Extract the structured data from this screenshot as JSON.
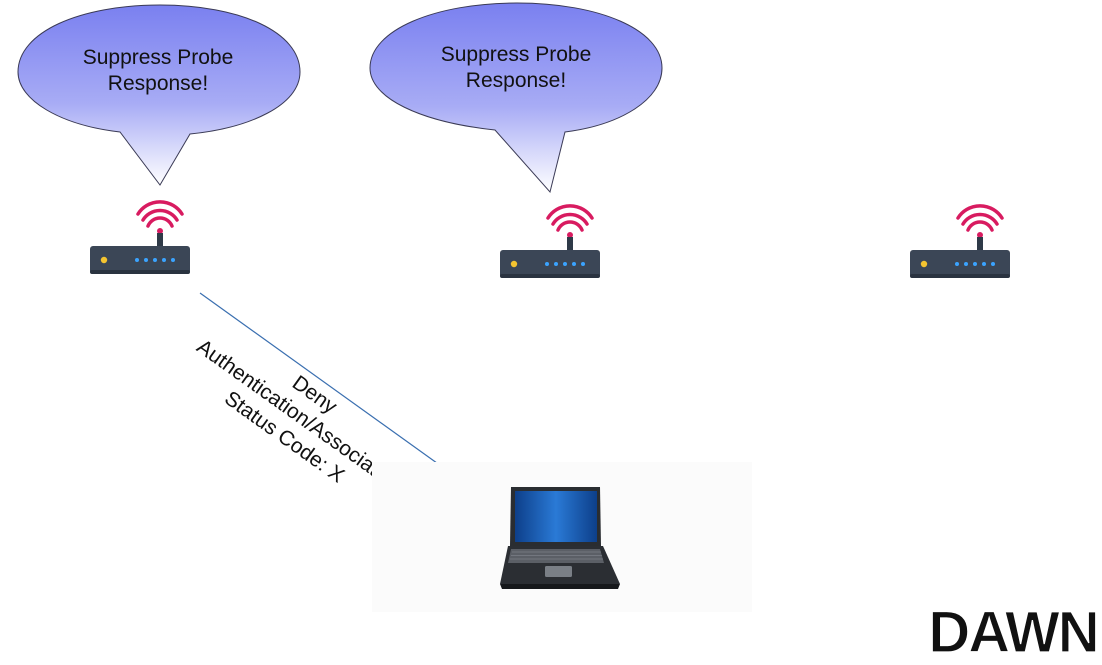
{
  "bubbles": [
    {
      "line1": "Suppress Probe",
      "line2": "Response!"
    },
    {
      "line1": "Suppress Probe",
      "line2": "Response!"
    }
  ],
  "arrow_label": {
    "line1": "Deny",
    "line2": "Authentication/Association",
    "line3": "Status Code: X"
  },
  "logo": {
    "text": "DAWN"
  },
  "colors": {
    "bubble_top": "#7c83f0",
    "bubble_bottom": "#ffffff",
    "bubble_stroke": "#3a3a55",
    "router_body": "#3b4656",
    "router_led_yellow": "#f4c430",
    "router_led_blue": "#3ba3ff",
    "wifi": "#d81b60",
    "arrow": "#3a6fb0",
    "laptop_screen": "#1f68c7"
  },
  "icons": [
    "speech-bubble-icon",
    "router-icon",
    "wifi-signal-icon",
    "laptop-icon",
    "dawn-logo"
  ]
}
